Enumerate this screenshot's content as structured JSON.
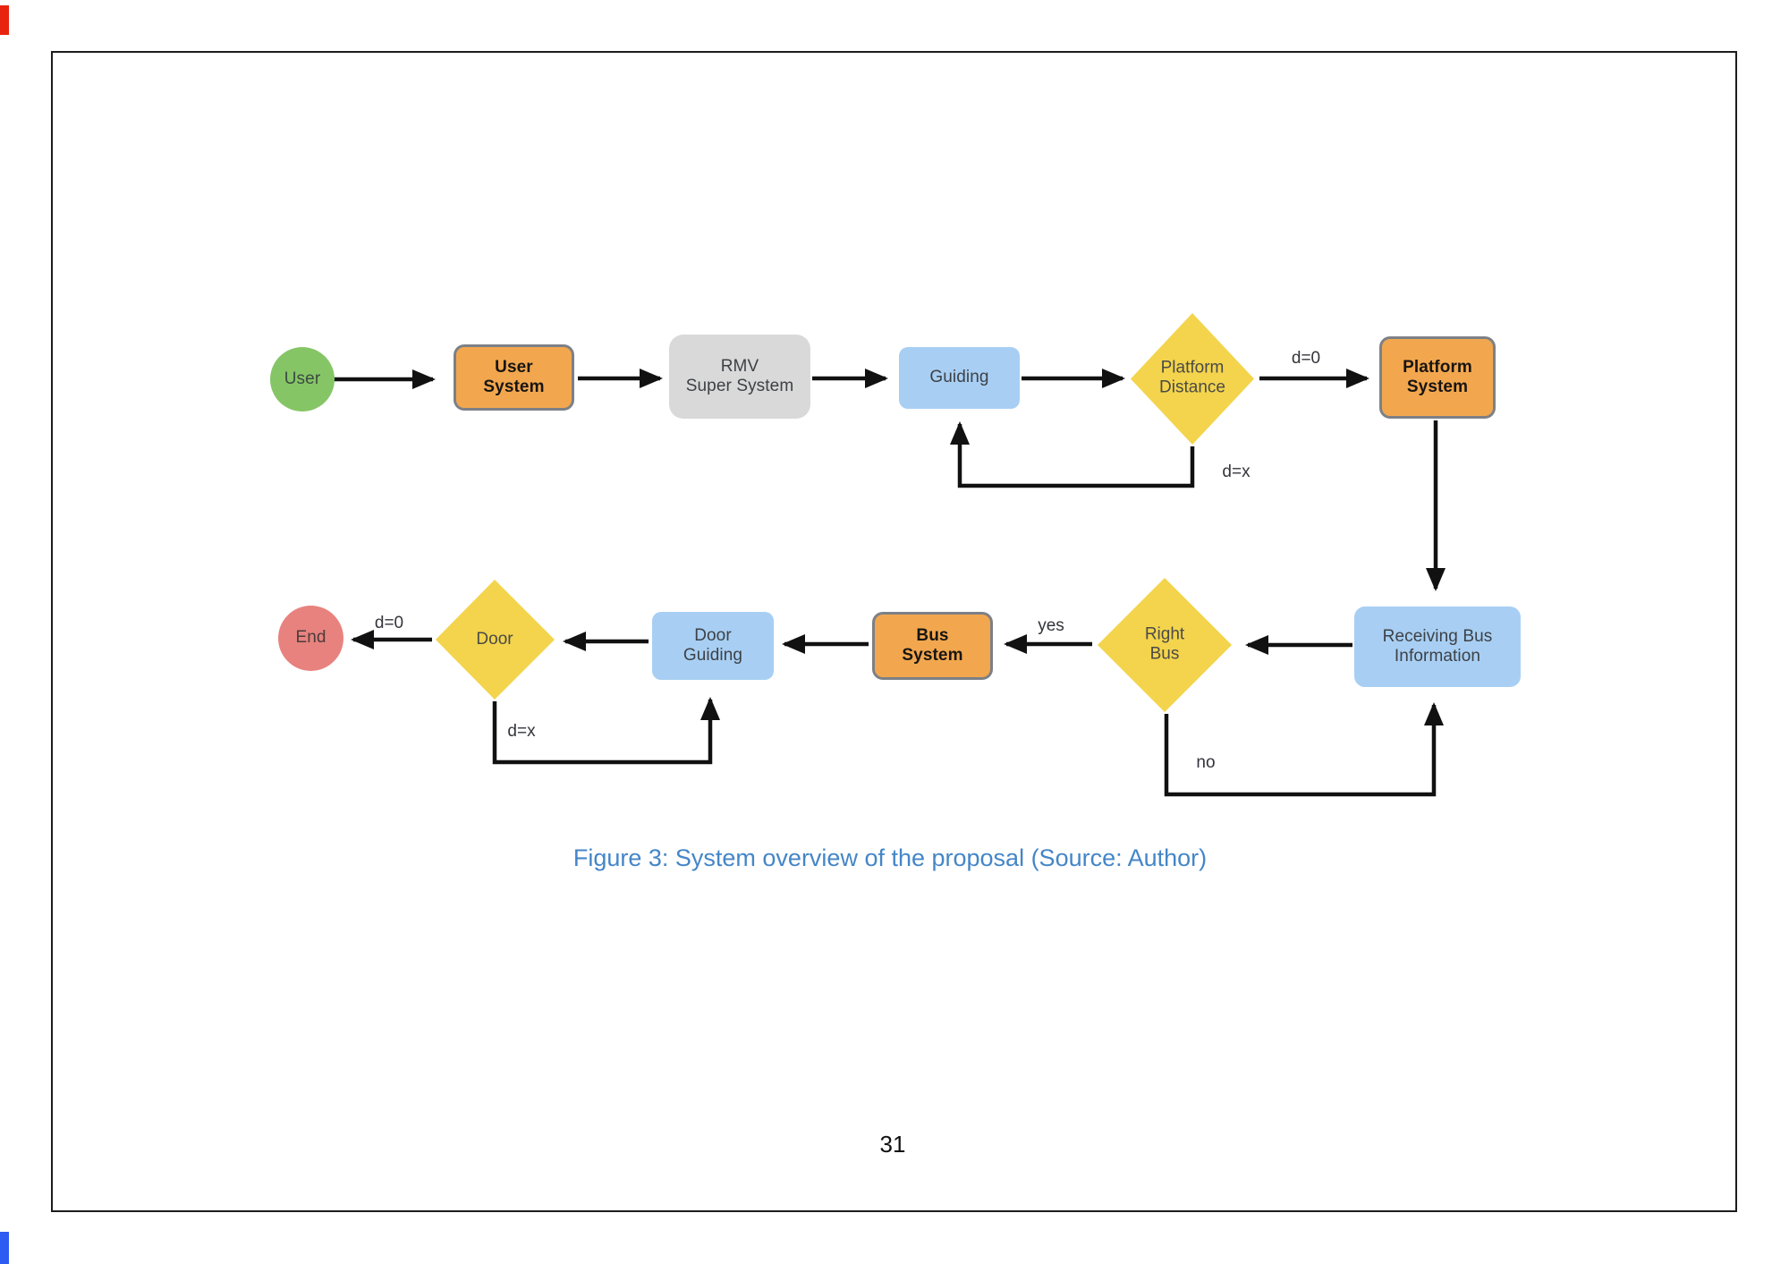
{
  "document": {
    "caption": "Figure 3: System overview of the proposal (Source: Author)",
    "page_number": "31"
  },
  "flowchart": {
    "nodes": {
      "user": {
        "label": "User",
        "shape": "circle",
        "color": "#85c566"
      },
      "user_system": {
        "label": "User\nSystem",
        "shape": "rounded-rect",
        "color": "#f2a74e"
      },
      "rmv_super_system": {
        "label": "RMV\nSuper System",
        "shape": "rounded-rect",
        "color": "#d9d9d9"
      },
      "guiding": {
        "label": "Guiding",
        "shape": "rounded-rect",
        "color": "#a8cff3"
      },
      "platform_distance": {
        "label": "Platform\nDistance",
        "shape": "diamond",
        "color": "#f3d44c"
      },
      "platform_system": {
        "label": "Platform\nSystem",
        "shape": "rounded-rect",
        "color": "#f2a74e"
      },
      "receiving_bus_information": {
        "label": "Receiving Bus\nInformation",
        "shape": "rounded-rect",
        "color": "#a8cff3"
      },
      "right_bus": {
        "label": "Right\nBus",
        "shape": "diamond",
        "color": "#f3d44c"
      },
      "bus_system": {
        "label": "Bus\nSystem",
        "shape": "rounded-rect",
        "color": "#f2a74e"
      },
      "door_guiding": {
        "label": "Door\nGuiding",
        "shape": "rounded-rect",
        "color": "#a8cff3"
      },
      "door": {
        "label": "Door",
        "shape": "diamond",
        "color": "#f3d44c"
      },
      "end": {
        "label": "End",
        "shape": "circle",
        "color": "#e8827e"
      }
    },
    "edge_labels": {
      "platform_distance_to_platform_system": "d=0",
      "platform_distance_to_guiding": "d=x",
      "right_bus_to_bus_system": "yes",
      "right_bus_to_receiving": "no",
      "door_to_door_guiding": "d=x",
      "door_to_end": "d=0"
    },
    "colors": {
      "arrow": "#111111",
      "orange_border": "#7d8086",
      "caption_blue": "#4486c7",
      "left_edge_marker_top": "#e8240f",
      "left_edge_marker_bottom": "#2e5bf2"
    }
  }
}
